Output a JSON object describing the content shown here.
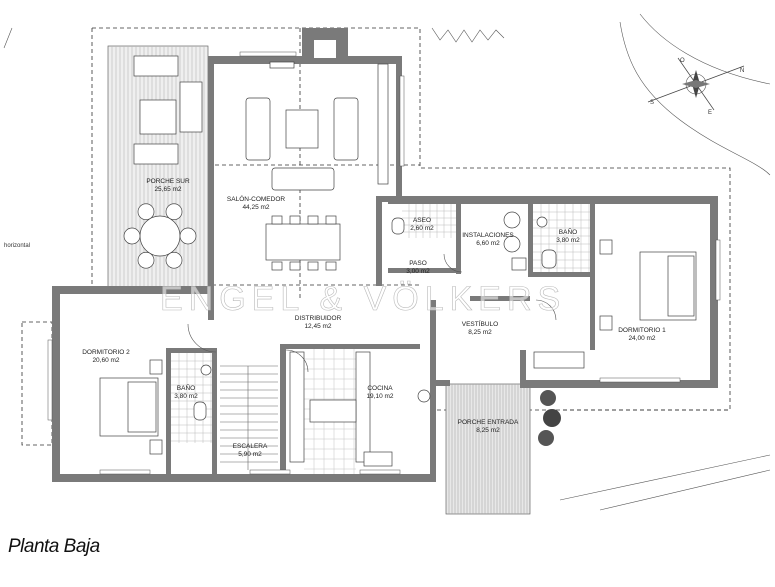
{
  "caption": "Planta Baja",
  "watermark": "ENGEL & VÖLKERS",
  "side_label": "horizontal",
  "rooms": [
    {
      "id": "porche-sur",
      "name": "PORCHE SUR",
      "area": "25,65 m2"
    },
    {
      "id": "salon-comedor",
      "name": "SALÓN-COMEDOR",
      "area": "44,25 m2"
    },
    {
      "id": "aseo",
      "name": "ASEO",
      "area": "2,60 m2"
    },
    {
      "id": "instalaciones",
      "name": "INSTALACIONES",
      "area": "6,60 m2"
    },
    {
      "id": "bano-1",
      "name": "BAÑO",
      "area": "3,80 m2"
    },
    {
      "id": "paso",
      "name": "PASO",
      "area": "3,00 m2"
    },
    {
      "id": "distribuidor",
      "name": "DISTRIBUIDOR",
      "area": "12,45 m2"
    },
    {
      "id": "vestibulo",
      "name": "VESTÍBULO",
      "area": "8,25 m2"
    },
    {
      "id": "dormitorio-1",
      "name": "DORMITORIO 1",
      "area": "24,00 m2"
    },
    {
      "id": "dormitorio-2",
      "name": "DORMITORIO 2",
      "area": "20,60 m2"
    },
    {
      "id": "bano-2",
      "name": "BAÑO",
      "area": "3,80 m2"
    },
    {
      "id": "cocina",
      "name": "COCINA",
      "area": "19,10 m2"
    },
    {
      "id": "escalera",
      "name": "ESCALERA",
      "area": "5,90 m2"
    },
    {
      "id": "porche-entrada",
      "name": "PORCHE ENTRADA",
      "area": "8,25 m2"
    }
  ],
  "compass": {
    "letters": [
      "N",
      "S",
      "E",
      "O"
    ]
  },
  "colors": {
    "wall": "#7a7a7a",
    "line": "#333333",
    "background": "#ffffff"
  }
}
